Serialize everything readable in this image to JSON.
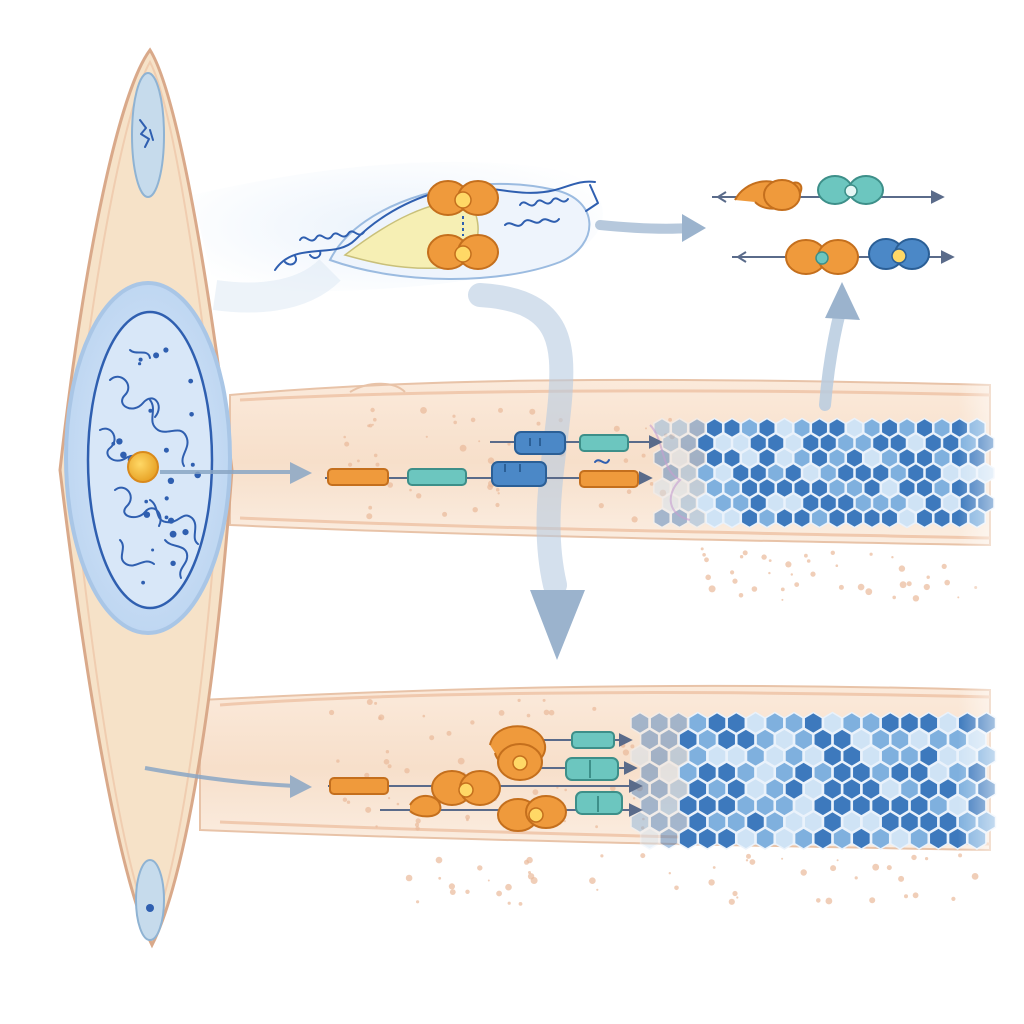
{
  "figure": {
    "panels": [
      "elongated-cell",
      "enlarged-complex-callout",
      "molecular-pairs",
      "upper-fiber",
      "lower-fiber"
    ],
    "colors": {
      "cell_fill": "#f6e2c8",
      "cell_edge": "#d9a98a",
      "nucleus_fill": "#cfe2f7",
      "chromatin": "#2f5fb0",
      "protein_orange": "#ef9a3c",
      "protein_teal": "#6cc6bf",
      "protein_blue": "#4b88c7",
      "lattice_dark": "#3d79bd",
      "lattice_light": "#cfe3f5",
      "fiber_fill": "#f8e6d6",
      "arrow": "#8aa6c4"
    },
    "icons": [
      "orange-protein-icon",
      "teal-protein-icon",
      "blue-protein-icon",
      "arrow-icon"
    ]
  }
}
